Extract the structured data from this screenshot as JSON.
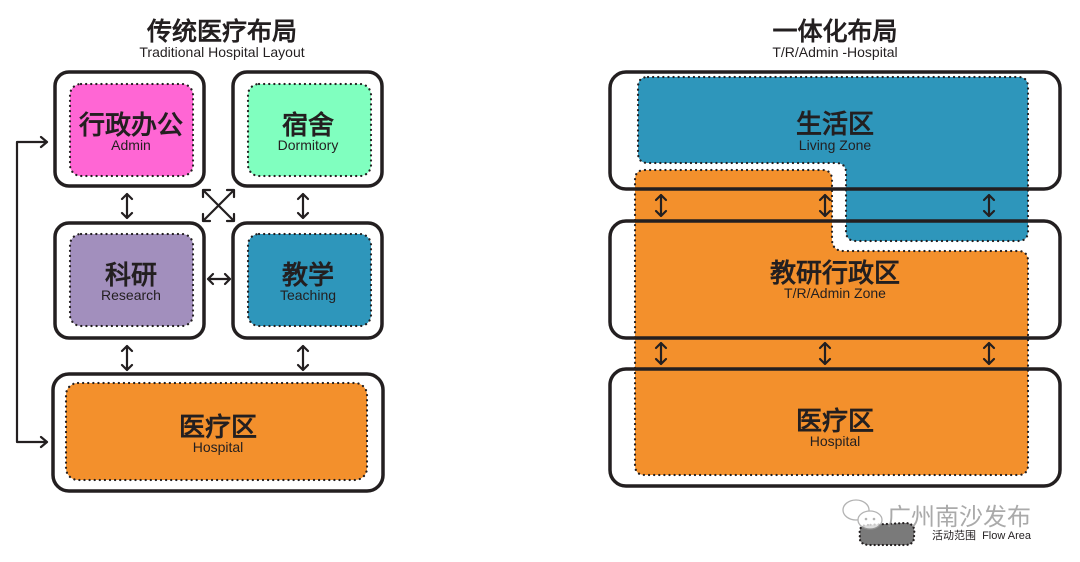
{
  "left_panel": {
    "title_zh": "传统医疗布局",
    "title_en": "Traditional Hospital Layout",
    "zones": [
      {
        "zh": "行政办公",
        "en": "Admin",
        "color": "#ff66d4"
      },
      {
        "zh": "宿舍",
        "en": "Dormitory",
        "color": "#80ffbf"
      },
      {
        "zh": "科研",
        "en": "Research",
        "color": "#a28fbd"
      },
      {
        "zh": "教学",
        "en": "Teaching",
        "color": "#2e96bb"
      },
      {
        "zh": "医疗区",
        "en": "Hospital",
        "color": "#f3902c"
      }
    ]
  },
  "right_panel": {
    "title_zh": "一体化布局",
    "title_en": "T/R/Admin -Hospital",
    "zones": [
      {
        "zh": "生活区",
        "en": "Living Zone",
        "color": "#2e96bb"
      },
      {
        "zh": "教研行政区",
        "en": "T/R/Admin Zone",
        "color": "#f3902c"
      },
      {
        "zh": "医疗区",
        "en": "Hospital",
        "color": "#f3902c"
      }
    ]
  },
  "legend": {
    "label_zh": "活动范围",
    "label_en": "Flow Area",
    "color": "#7a7a7a"
  },
  "watermark": {
    "text": "广州南沙发布",
    "icon": "wechat-icon"
  }
}
